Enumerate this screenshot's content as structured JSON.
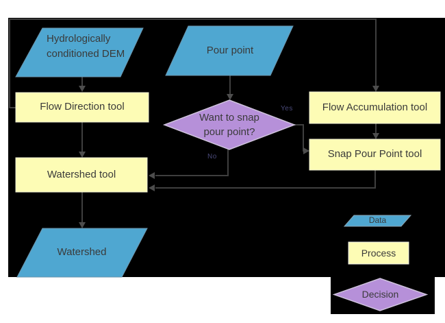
{
  "diagram": {
    "nodes": {
      "dem": {
        "type": "data",
        "label": "Hydrologically conditioned DEM"
      },
      "pour_point": {
        "type": "data",
        "label": "Pour point"
      },
      "flow_direction": {
        "type": "process",
        "label": "Flow Direction tool"
      },
      "flow_accumulation": {
        "type": "process",
        "label": "Flow Accumulation tool"
      },
      "snap_pour_point": {
        "type": "process",
        "label": "Snap Pour Point tool"
      },
      "watershed_tool": {
        "type": "process",
        "label": "Watershed tool"
      },
      "watershed": {
        "type": "data",
        "label": "Watershed"
      },
      "decision": {
        "type": "decision",
        "label": "Want to snap pour point?"
      }
    },
    "edge_labels": {
      "yes": "Yes",
      "no": "No"
    },
    "legend": [
      {
        "shape": "parallelogram",
        "label": "Data"
      },
      {
        "shape": "rectangle",
        "label": "Process"
      },
      {
        "shape": "diamond",
        "label": "Decision"
      }
    ],
    "colors": {
      "data_fill": "#4fa7d1",
      "process_fill": "#fdfcb5",
      "decision_fill": "#b690d9",
      "canvas_background": "#000000",
      "connector": "#3f3f3f",
      "text": "#3a3a3a"
    }
  }
}
